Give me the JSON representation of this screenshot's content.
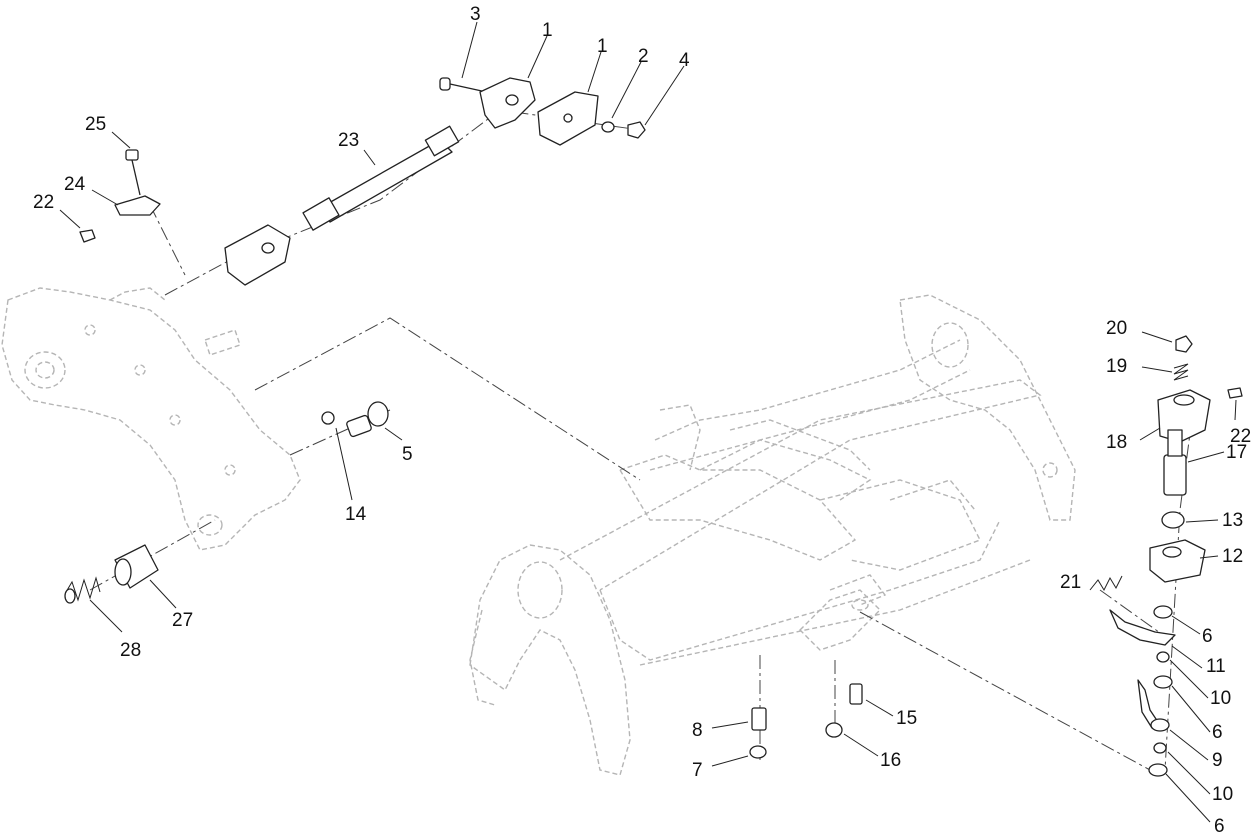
{
  "callouts": [
    {
      "id": "c3",
      "text": "3"
    },
    {
      "id": "c1a",
      "text": "1"
    },
    {
      "id": "c1b",
      "text": "1"
    },
    {
      "id": "c2",
      "text": "2"
    },
    {
      "id": "c4",
      "text": "4"
    },
    {
      "id": "c25",
      "text": "25"
    },
    {
      "id": "c23",
      "text": "23"
    },
    {
      "id": "c24",
      "text": "24"
    },
    {
      "id": "c22a",
      "text": "22"
    },
    {
      "id": "c20",
      "text": "20"
    },
    {
      "id": "c19",
      "text": "19"
    },
    {
      "id": "c18",
      "text": "18"
    },
    {
      "id": "c22b",
      "text": "22"
    },
    {
      "id": "c17",
      "text": "17"
    },
    {
      "id": "c13",
      "text": "13"
    },
    {
      "id": "c12",
      "text": "12"
    },
    {
      "id": "c21",
      "text": "21"
    },
    {
      "id": "c6a",
      "text": "6"
    },
    {
      "id": "c11",
      "text": "11"
    },
    {
      "id": "c10a",
      "text": "10"
    },
    {
      "id": "c6b",
      "text": "6"
    },
    {
      "id": "c9",
      "text": "9"
    },
    {
      "id": "c10b",
      "text": "10"
    },
    {
      "id": "c6c",
      "text": "6"
    },
    {
      "id": "c5",
      "text": "5"
    },
    {
      "id": "c14",
      "text": "14"
    },
    {
      "id": "c27",
      "text": "27"
    },
    {
      "id": "c28",
      "text": "28"
    },
    {
      "id": "c8",
      "text": "8"
    },
    {
      "id": "c7",
      "text": "7"
    },
    {
      "id": "c15",
      "text": "15"
    },
    {
      "id": "c16",
      "text": "16"
    }
  ]
}
